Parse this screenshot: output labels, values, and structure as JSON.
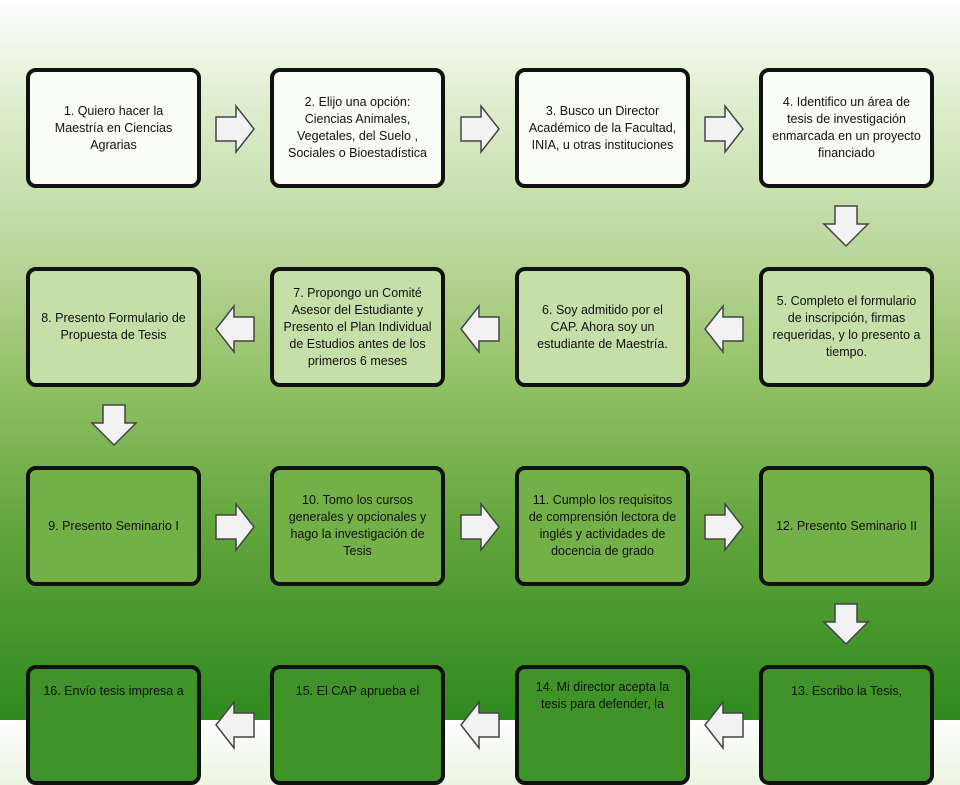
{
  "steps": [
    {
      "id": 1,
      "text": "1. Quiero hacer la Maestría en Ciencias Agrarias"
    },
    {
      "id": 2,
      "text": "2. Elijo una opción: Ciencias Animales, Vegetales, del Suelo , Sociales o Bioestadística"
    },
    {
      "id": 3,
      "text": "3. Busco un Director Académico de la Facultad, INIA, u otras instituciones"
    },
    {
      "id": 4,
      "text": "4. Identifico un área de tesis de investigación enmarcada en un proyecto financiado"
    },
    {
      "id": 5,
      "text": "5. Completo el formulario de inscripción, firmas requeridas, y lo presento a tiempo."
    },
    {
      "id": 6,
      "text": "6. Soy admitido por el CAP. Ahora soy un estudiante de Maestría."
    },
    {
      "id": 7,
      "text": "7. Propongo un Comité Asesor del Estudiante y Presento el Plan Individual de Estudios antes de los primeros 6 meses"
    },
    {
      "id": 8,
      "text": "8. Presento Formulario de Propuesta de Tesis"
    },
    {
      "id": 9,
      "text": "9. Presento Seminario I"
    },
    {
      "id": 10,
      "text": "10. Tomo los cursos generales y opcionales y hago la investigación de Tesis"
    },
    {
      "id": 11,
      "text": "11. Cumplo los requisitos de comprensión lectora de inglés y actividades de docencia de grado"
    },
    {
      "id": 12,
      "text": "12. Presento Seminario II"
    },
    {
      "id": 13,
      "text": "13. Escribo la Tesis,"
    },
    {
      "id": 14,
      "text": "14. Mi director acepta la tesis para defender, la"
    },
    {
      "id": 15,
      "text": "15. El CAP aprueba el"
    },
    {
      "id": 16,
      "text": "16. Envío tesis impresa a"
    }
  ],
  "colors": {
    "box_fill": "#e9f1de",
    "box_border": "#111111",
    "arrow_fill": "#f2f2f2",
    "arrow_stroke": "#444444"
  },
  "icons": {
    "right": "arrow-right-icon",
    "down": "arrow-down-icon",
    "left": "arrow-left-icon"
  }
}
